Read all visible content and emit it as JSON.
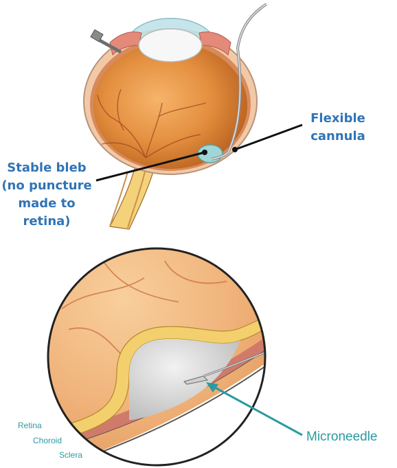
{
  "labels": {
    "flexible_cannula": "Flexible cannula",
    "stable_bleb": "Stable bleb (no puncture made to retina)",
    "retina": "Retina",
    "choroid": "Choroid",
    "sclera": "Sclera",
    "microneedle": "Microneedle"
  },
  "colors": {
    "label_blue": "#2f74b5",
    "label_teal": "#2a9aa0",
    "retina_orange": "#e8a34a",
    "bleb_gray": "#d9d9d9",
    "choroid_pink": "#d07a6a",
    "retina_yellow": "#f3cf6e"
  }
}
